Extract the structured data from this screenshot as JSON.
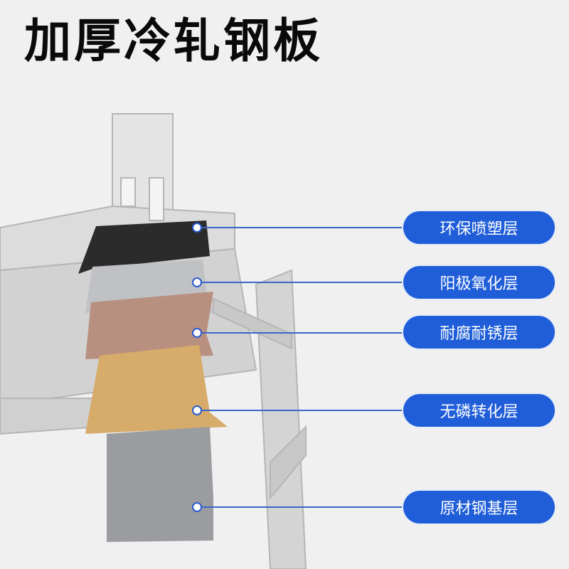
{
  "title": "加厚冷轧钢板",
  "layers": [
    {
      "label": "环保喷塑层",
      "color": "#2b2b2b"
    },
    {
      "label": "阳极氧化层",
      "color": "#bfc1c4"
    },
    {
      "label": "耐腐耐锈层",
      "color": "#b89080"
    },
    {
      "label": "无磷转化层",
      "color": "#d7ab6a"
    },
    {
      "label": "原材钢基层",
      "color": "#9a9c9f"
    }
  ],
  "colors": {
    "pill": "#1f5ed8",
    "background": "#f0f0f0"
  }
}
